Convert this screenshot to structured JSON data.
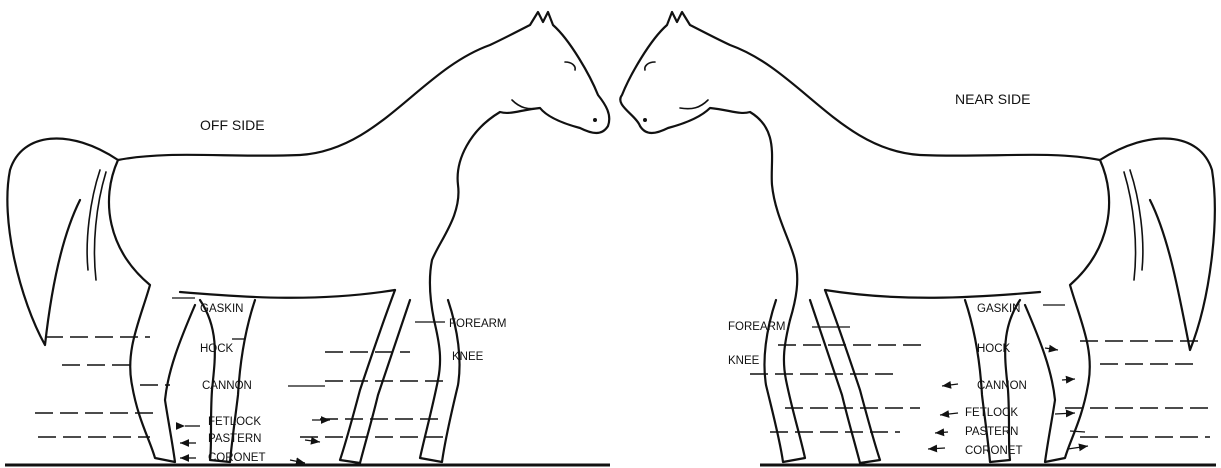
{
  "titles": {
    "off_side": "OFF SIDE",
    "near_side": "NEAR SIDE"
  },
  "off_labels": {
    "gaskin": "GASKIN",
    "hock": "HOCK",
    "cannon": "CANNON",
    "fetlock": "FETLOCK",
    "pastern": "PASTERN",
    "coronet": "CORONET",
    "forearm": "FOREARM",
    "knee": "KNEE"
  },
  "near_labels": {
    "forearm": "FOREARM",
    "knee": "KNEE",
    "gaskin": "GASKIN",
    "hock": "HOCK",
    "cannon": "CANNON",
    "fetlock": "FETLOCK",
    "pastern": "PASTERN",
    "coronet": "CORONET"
  }
}
